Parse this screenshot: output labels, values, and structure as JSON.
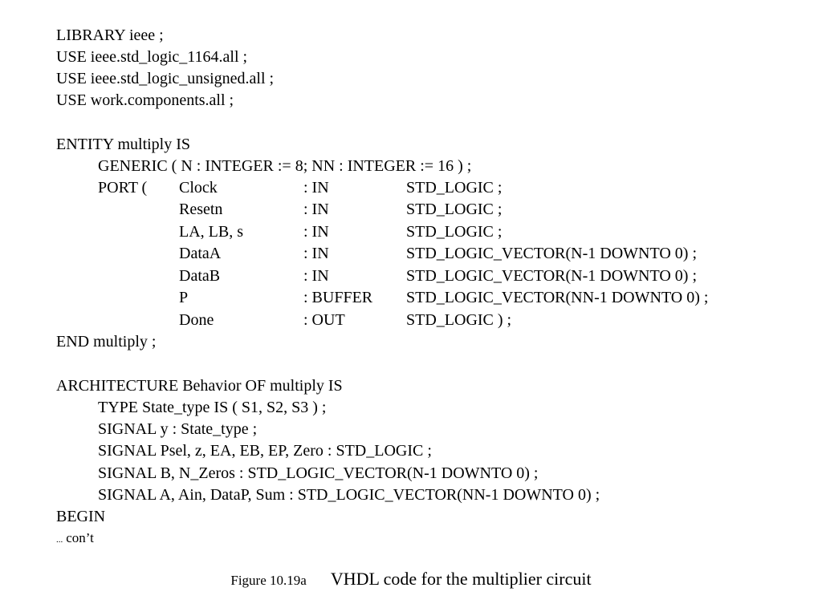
{
  "header_lines": [
    "LIBRARY ieee ;",
    "USE ieee.std_logic_1164.all ;",
    "USE ieee.std_logic_unsigned.all ;",
    "USE work.components.all ;"
  ],
  "entity": {
    "begin": "ENTITY multiply IS",
    "generic": "GENERIC ( N : INTEGER := 8; NN : INTEGER := 16 ) ;",
    "port_keyword": "PORT (",
    "ports": [
      {
        "name": "Clock",
        "mode": ": IN",
        "type": "STD_LOGIC ;"
      },
      {
        "name": "Resetn",
        "mode": ": IN",
        "type": "STD_LOGIC ;"
      },
      {
        "name": "LA, LB, s",
        "mode": ": IN",
        "type": "STD_LOGIC ;"
      },
      {
        "name": "DataA",
        "mode": ": IN",
        "type": "STD_LOGIC_VECTOR(N-1 DOWNTO 0) ;"
      },
      {
        "name": "DataB",
        "mode": ": IN",
        "type": "STD_LOGIC_VECTOR(N-1 DOWNTO 0) ;"
      },
      {
        "name": "P",
        "mode": ": BUFFER",
        "type": "STD_LOGIC_VECTOR(NN-1 DOWNTO 0) ;"
      },
      {
        "name": "Done",
        "mode": ": OUT",
        "type": "STD_LOGIC ) ;"
      }
    ],
    "end": "END multiply ;"
  },
  "architecture": {
    "begin": "ARCHITECTURE Behavior OF multiply IS",
    "declarations": [
      "TYPE State_type IS ( S1, S2, S3 ) ;",
      "SIGNAL y : State_type ;",
      "SIGNAL Psel, z, EA, EB, EP, Zero : STD_LOGIC ;",
      "SIGNAL B, N_Zeros : STD_LOGIC_VECTOR(N-1 DOWNTO 0) ;",
      "SIGNAL A, Ain, DataP, Sum : STD_LOGIC_VECTOR(NN-1 DOWNTO 0) ;"
    ],
    "begin_keyword": "BEGIN"
  },
  "continuation": {
    "dots": "...",
    "text": "con’t"
  },
  "caption": {
    "figure_number": "Figure 10.19a",
    "title": "VHDL code for the multiplier circuit"
  }
}
